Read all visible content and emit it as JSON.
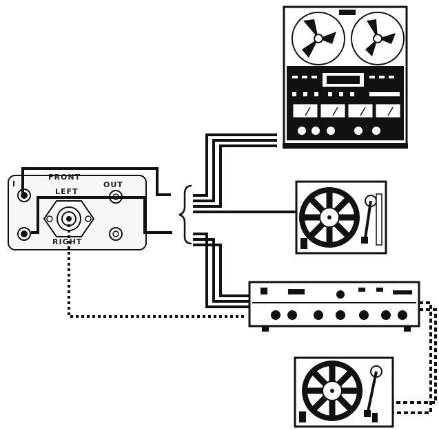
{
  "adapter": {
    "label_front": "FRONT",
    "label_left": "LEFT",
    "label_right": "RIGHT",
    "label_out": "OUT",
    "label_in": "I"
  },
  "devices": [
    {
      "icon": "reel-to-reel-tape-deck-icon"
    },
    {
      "icon": "turntable-icon"
    },
    {
      "icon": "amplifier-receiver-icon"
    },
    {
      "icon": "turntable-icon"
    }
  ],
  "colors": {
    "ink": "#111111",
    "paper": "#ffffff"
  }
}
